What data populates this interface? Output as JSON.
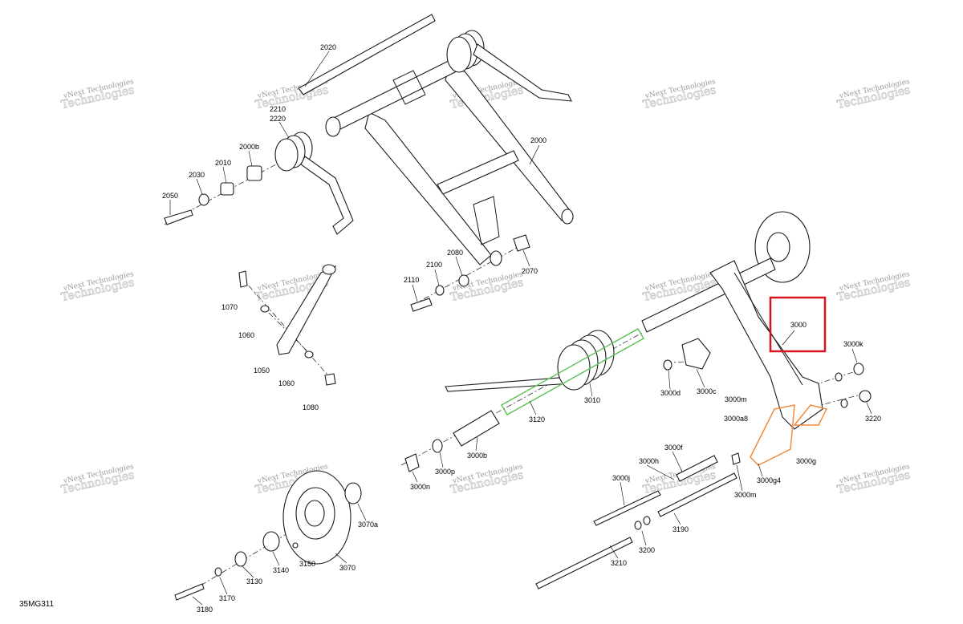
{
  "diagram_code": "35MG311",
  "watermark": {
    "line1": "vNext Technologies",
    "line2": "Technologies"
  },
  "part_labels": [
    "2020",
    "2210",
    "2220",
    "2000b",
    "2010",
    "2030",
    "2050",
    "2000",
    "2080",
    "2100",
    "2110",
    "2070",
    "1070",
    "1060",
    "1050",
    "1060",
    "1080",
    "3000",
    "3000k",
    "3010",
    "3120",
    "3000d",
    "3000c",
    "3000m",
    "3000a8",
    "3220",
    "3000b",
    "3000p",
    "3000n",
    "3000f",
    "3000h",
    "3000j",
    "3000g4",
    "3000g",
    "3000m",
    "3070a",
    "3070",
    "3150",
    "3140",
    "3130",
    "3170",
    "3180",
    "3200",
    "3190",
    "3210"
  ],
  "highlight": {
    "label": "3000",
    "box_color": "#d9141e"
  },
  "part_colors": {
    "green": "#57c254",
    "orange": "#f08a3c"
  }
}
